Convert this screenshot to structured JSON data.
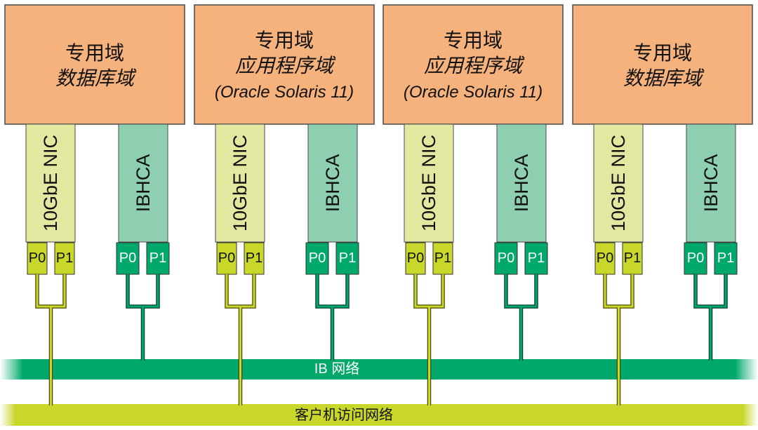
{
  "domains": [
    {
      "title": "专用域",
      "subtitle": "数据库域",
      "os": "",
      "nic_label": "10GbE NIC",
      "hca_label": "IBHCA",
      "nic_ports": [
        "P0",
        "P1"
      ],
      "hca_ports": [
        "P0",
        "P1"
      ]
    },
    {
      "title": "专用域",
      "subtitle": "应用程序域",
      "os": "(Oracle Solaris 11)",
      "nic_label": "10GbE NIC",
      "hca_label": "IBHCA",
      "nic_ports": [
        "P0",
        "P1"
      ],
      "hca_ports": [
        "P0",
        "P1"
      ]
    },
    {
      "title": "专用域",
      "subtitle": "应用程序域",
      "os": "(Oracle Solaris 11)",
      "nic_label": "10GbE NIC",
      "hca_label": "IBHCA",
      "nic_ports": [
        "P0",
        "P1"
      ],
      "hca_ports": [
        "P0",
        "P1"
      ]
    },
    {
      "title": "专用域",
      "subtitle": "数据库域",
      "os": "",
      "nic_label": "10GbE NIC",
      "hca_label": "IBHCA",
      "nic_ports": [
        "P0",
        "P1"
      ],
      "hca_ports": [
        "P0",
        "P1"
      ]
    }
  ],
  "networks": {
    "ib": {
      "label": "IB 网络"
    },
    "client": {
      "label": "客户机访问网络"
    }
  },
  "colors": {
    "domain_fill": "#f5b27c",
    "domain_stroke": "#4a4a4a",
    "nic_fill": "#e3e8a0",
    "nic_port_fill": "#c9d72a",
    "hca_fill": "#8dcfb0",
    "hca_port_fill": "#00a96b",
    "nic_line": "#c9d72a",
    "hca_line": "#00a96b",
    "ib_network": "#00a96b",
    "client_network": "#c9d72a",
    "ib_label_text": "#ffffff",
    "client_label_text": "#111111"
  }
}
